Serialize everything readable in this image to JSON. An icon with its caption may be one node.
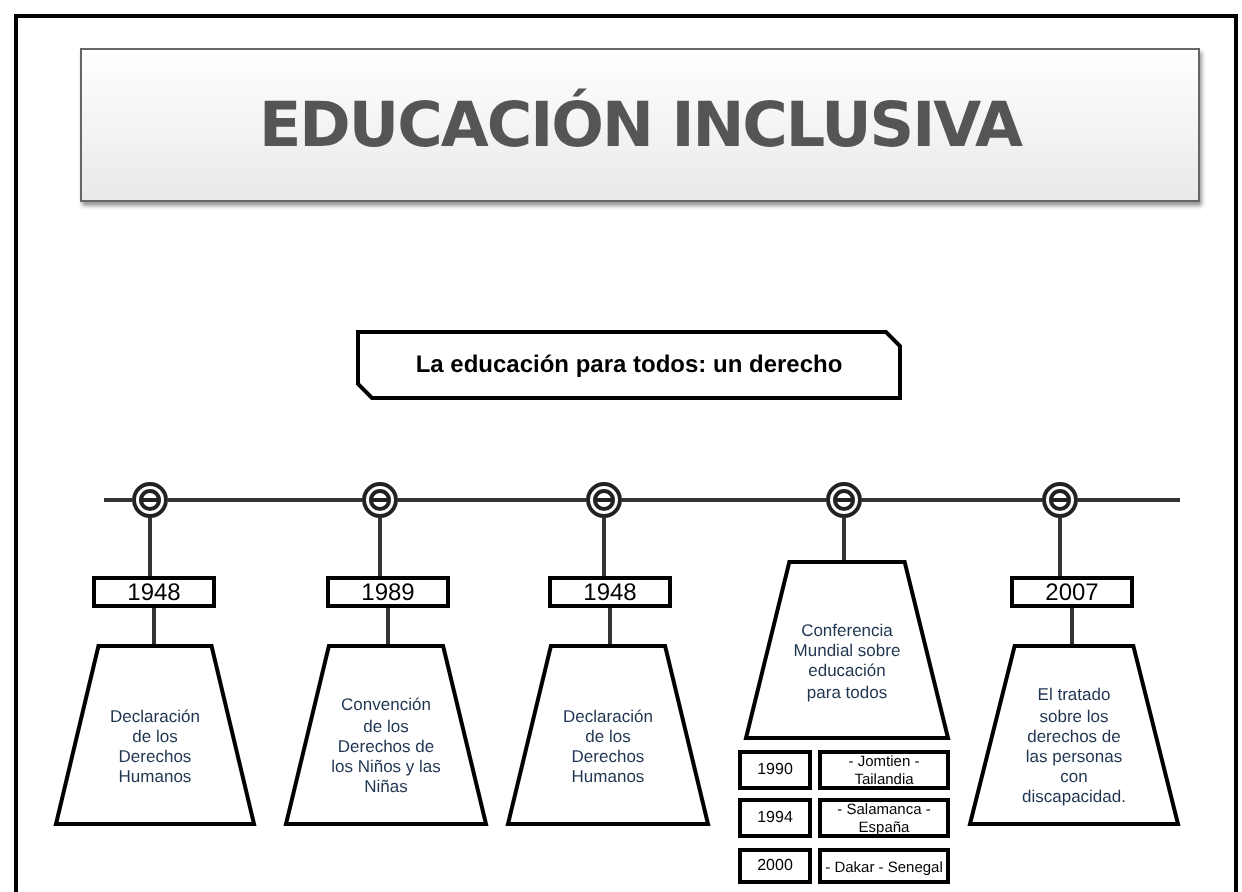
{
  "diagram": {
    "title": "EDUCACIÓN INCLUSIVA",
    "nodes": [
      {
        "text": [
          "La educación para todos: un derecho"
        ]
      },
      {
        "text": [],
        "shape": "circle"
      },
      {
        "text": [
          "1948"
        ]
      },
      {
        "text": [
          "Declaración de los Derechos Humanos"
        ]
      },
      {
        "text": [],
        "shape": "circle"
      },
      {
        "text": [
          "1989"
        ]
      },
      {
        "text": [
          "Convención de los Derechos de los Niños y las Niñas"
        ]
      },
      {
        "text": [],
        "shape": "circle"
      },
      {
        "text": [
          "1948"
        ]
      },
      {
        "text": [
          "Declaración de los Derechos Humanos"
        ]
      },
      {
        "text": [],
        "shape": "circle"
      },
      {
        "text": [
          "Conferencia Mundial sobre educación para todos"
        ]
      },
      {
        "text": [
          "1990"
        ]
      },
      {
        "text": [
          "- Jomtien - Tailandia"
        ]
      },
      {
        "text": [
          "1994"
        ]
      },
      {
        "text": [
          "- Salamanca - España"
        ]
      },
      {
        "text": [
          "2000"
        ]
      },
      {
        "text": [
          "- Dakar - Senegal"
        ]
      },
      {
        "text": [],
        "shape": "circle"
      },
      {
        "text": [
          "2007"
        ]
      },
      {
        "text": [
          "El tratado sobre los derechos de las personas con discapacidad."
        ]
      }
    ],
    "edges": [
      {
        "from": 1,
        "to": 4,
        "arrow": "none"
      },
      {
        "from": 4,
        "to": 7,
        "arrow": "none"
      },
      {
        "from": 7,
        "to": 10,
        "arrow": "none"
      },
      {
        "from": 10,
        "to": 18,
        "arrow": "none"
      },
      {
        "from": 1,
        "to": 2,
        "arrow": "none"
      },
      {
        "from": 2,
        "to": 3,
        "arrow": "none"
      },
      {
        "from": 4,
        "to": 5,
        "arrow": "none"
      },
      {
        "from": 5,
        "to": 6,
        "arrow": "none"
      },
      {
        "from": 7,
        "to": 8,
        "arrow": "none"
      },
      {
        "from": 8,
        "to": 9,
        "arrow": "none"
      },
      {
        "from": 10,
        "to": 11,
        "arrow": "none"
      },
      {
        "from": 18,
        "to": 19,
        "arrow": "none"
      },
      {
        "from": 19,
        "to": 20,
        "arrow": "none"
      }
    ]
  }
}
